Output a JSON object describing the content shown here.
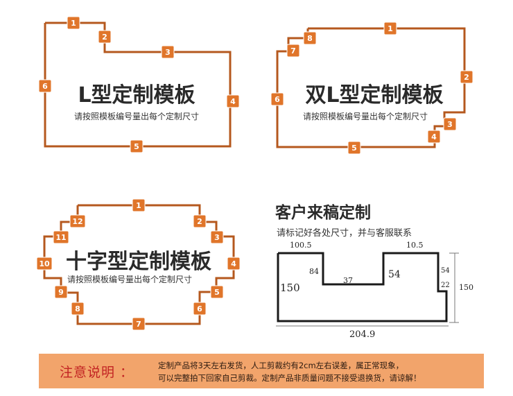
{
  "templates": {
    "l_shape": {
      "title": "L型定制模板",
      "subtitle": "请按照模板编号量出每个定制尺寸",
      "labels": [
        "1",
        "2",
        "3",
        "4",
        "5",
        "6"
      ]
    },
    "double_l": {
      "title": "双L型定制模板",
      "subtitle": "请按照模板编号量出每个定制尺寸",
      "labels": [
        "1",
        "2",
        "3",
        "4",
        "5",
        "6",
        "7",
        "8"
      ]
    },
    "cross": {
      "title": "十字型定制模板",
      "subtitle": "请按照模板编号量出每个定制尺寸",
      "labels": [
        "1",
        "2",
        "3",
        "4",
        "5",
        "6",
        "7",
        "8",
        "9",
        "10",
        "11",
        "12"
      ]
    }
  },
  "customer_sketch": {
    "title": "客户来稿定制",
    "subtitle": "请标记好各处尺寸，并与客服联系",
    "measurements": {
      "top_left": "100.5",
      "top_right": "10.5",
      "left_height": "150",
      "notch_left_depth": "84",
      "notch_bottom": "37",
      "notch_right_depth": "54",
      "right_upper": "54",
      "right_step": "22",
      "right_total": "150",
      "bottom_width": "204.9"
    }
  },
  "notice": {
    "label": "注意说明 ：",
    "line1": "定制产品将3天左右发货，人工剪裁约有2cm左右误差，属正常现象，",
    "line2": "可以完整拍下回家自己剪裁。定制产品非质量问题不接受退换货，请谅解！"
  },
  "colors": {
    "outline": "#b5581e",
    "badge": "#e0752a",
    "notice_bar": "#f2a46b",
    "notice_label": "#c22323"
  }
}
